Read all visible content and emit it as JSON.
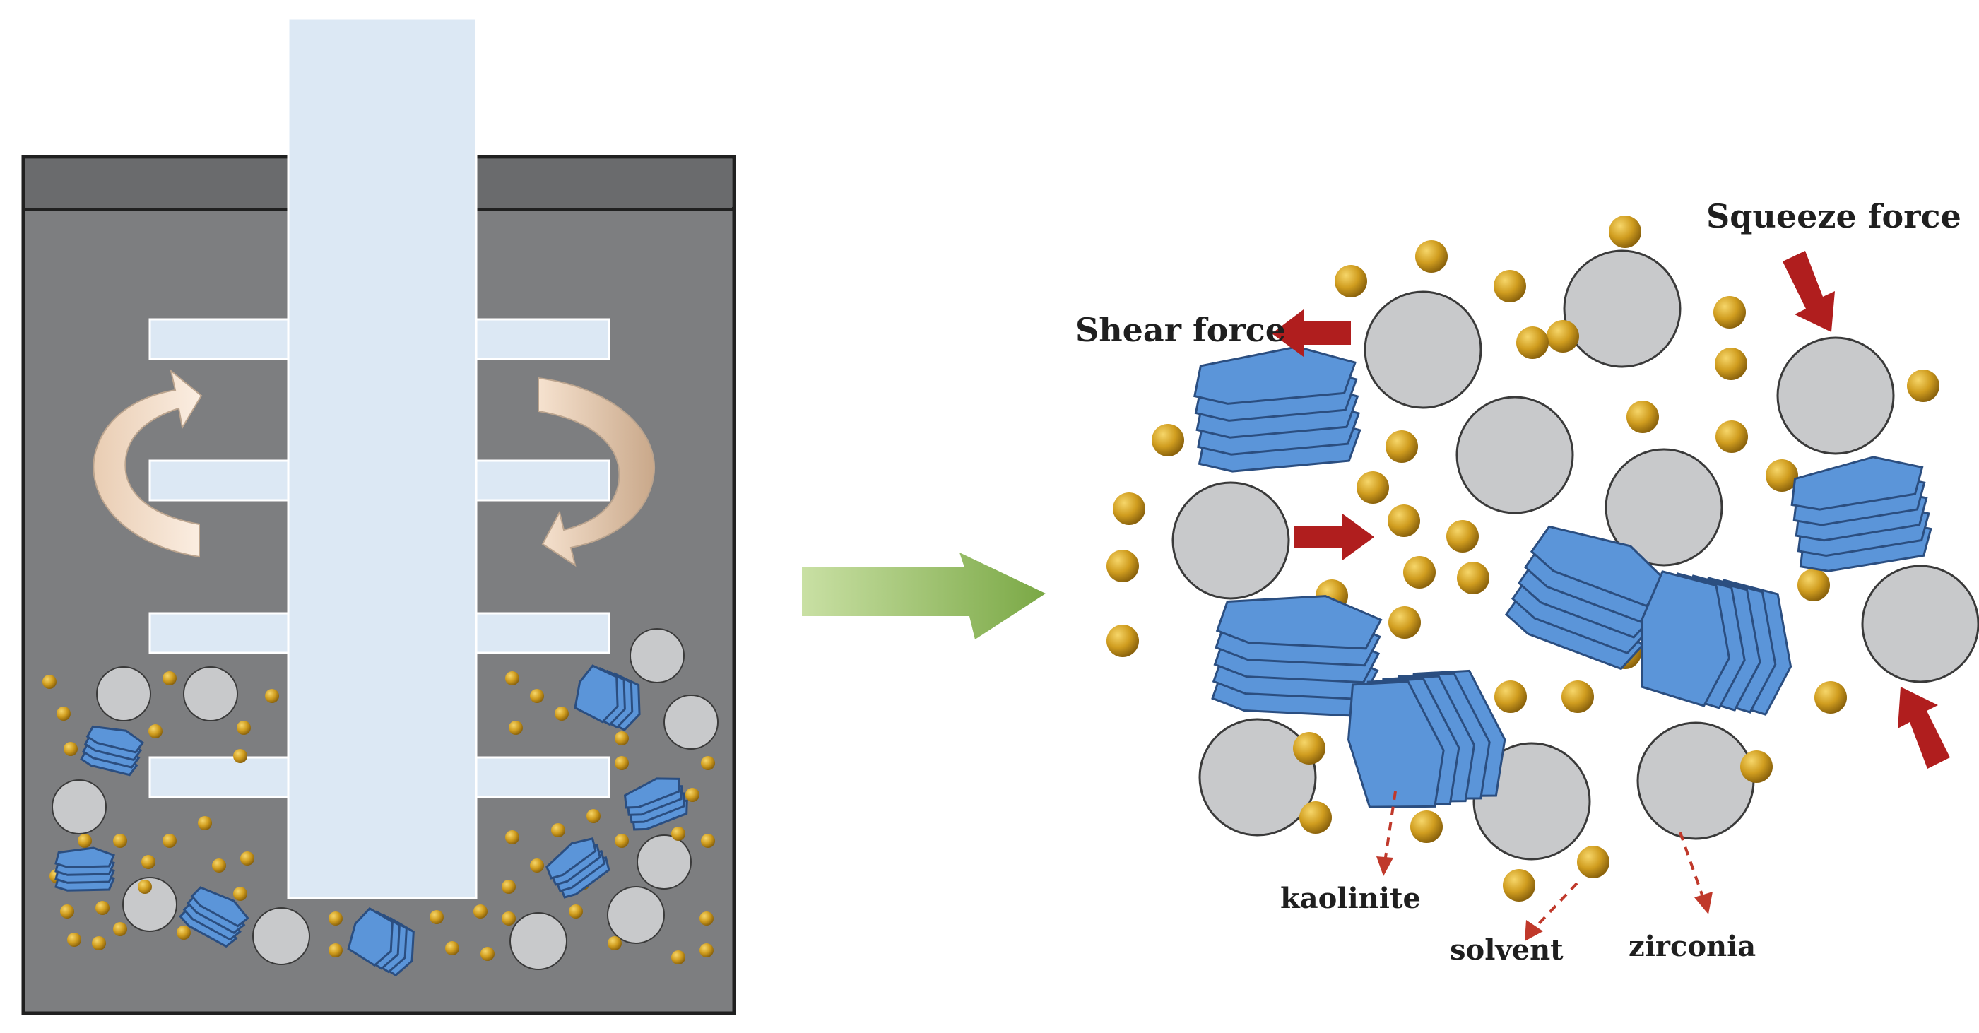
{
  "labels": {
    "shear_force": "Shear force",
    "squeeze_force": "Squeeze force",
    "kaolinite": "kaolinite",
    "solvent": "solvent",
    "zirconia": "zirconia"
  },
  "colors": {
    "tank_fill": "#7d7e80",
    "tank_border": "#202020",
    "shaft_fill": "#dce8f4",
    "grinding_ball": "#c8c9cb",
    "solvent_particle": "#c9961a",
    "kaolinite_plate": "#5b95d9",
    "kaolinite_edge": "#2b4e80",
    "force_arrow": "#b01e1e",
    "process_arrow": "#8fba5a",
    "rotation_arrow": "#f1dcc9"
  },
  "icons": {
    "rotation": "curved-arrow-icon",
    "transition": "right-arrow-icon",
    "force": "force-arrow-icon"
  }
}
